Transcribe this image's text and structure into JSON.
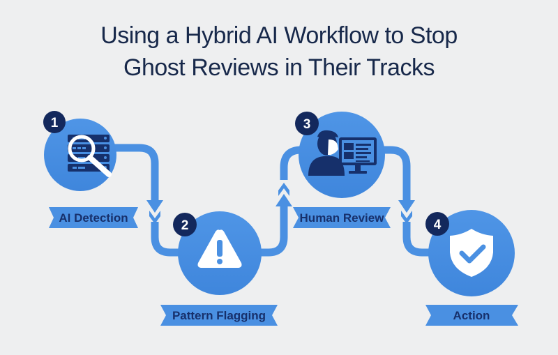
{
  "title": {
    "line1": "Using a Hybrid AI Workflow to Stop",
    "line2": "Ghost Reviews in Their Tracks"
  },
  "colors": {
    "background": "#eeeff0",
    "circle": "#4a90e2",
    "connector": "#4a90e2",
    "badge": "#13285c",
    "label_text": "#17306b",
    "title_text": "#17284a"
  },
  "steps": [
    {
      "number": "1",
      "label": "AI Detection",
      "icon": "magnifier-over-database-icon"
    },
    {
      "number": "2",
      "label": "Pattern Flagging",
      "icon": "warning-triangle-icon"
    },
    {
      "number": "3",
      "label": "Human Review",
      "icon": "person-at-monitor-icon"
    },
    {
      "number": "4",
      "label": "Action",
      "icon": "shield-check-icon"
    }
  ]
}
